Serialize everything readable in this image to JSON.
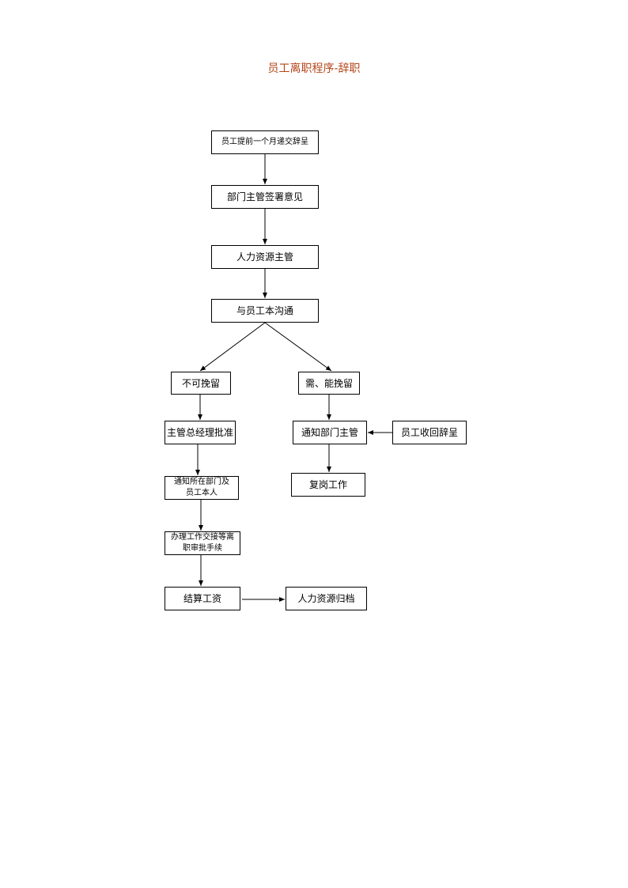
{
  "title": "员工离职程序-辞职",
  "nodes": {
    "submit": "员工提前一个月递交辞呈",
    "dept_sign": "部门主管签署意见",
    "hr_manager": "人力资源主管",
    "communicate": "与员工本沟通",
    "cannot_retain": "不可挽留",
    "need_retain": "需、能挽留",
    "gm_approve": "主管总经理批准",
    "notify_dept": "通知部门主管",
    "withdraw": "员工收回辞呈",
    "notify_all_1": "通知所在部门及",
    "notify_all_2": "员工本人",
    "resume": "复岗工作",
    "handover_1": "办理工作交接等离",
    "handover_2": "职审批手续",
    "settle_pay": "结算工资",
    "hr_archive": "人力资源归档"
  }
}
